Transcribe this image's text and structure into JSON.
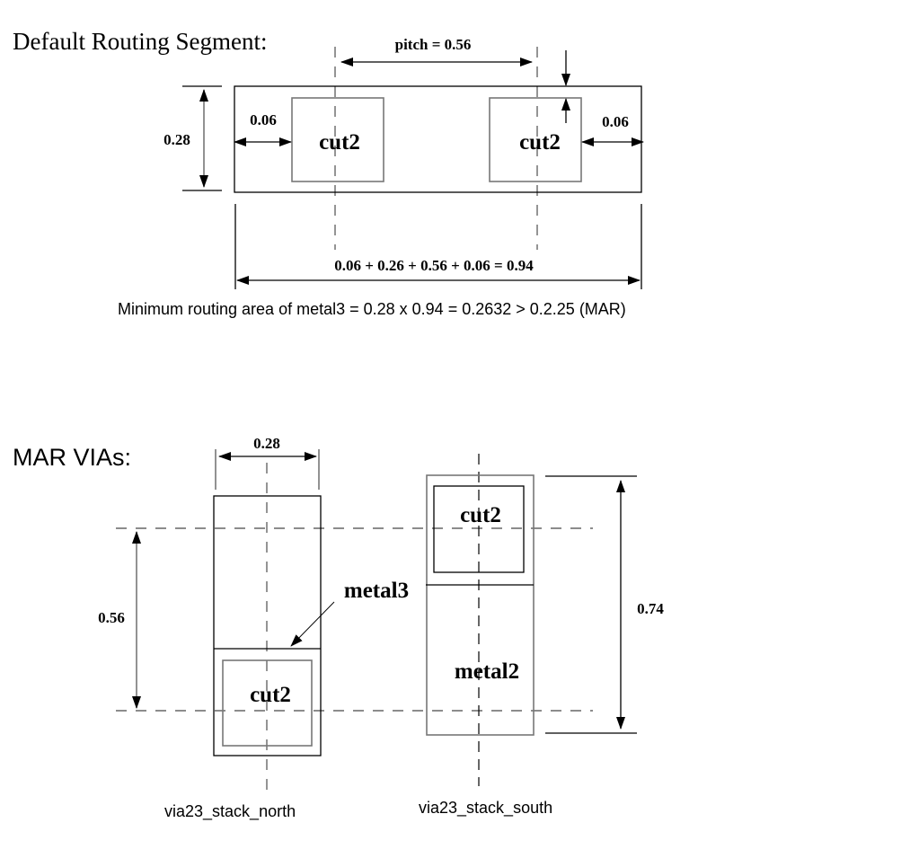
{
  "sections": {
    "default_routing_segment": {
      "title": "Default Routing Segment:",
      "pitch_label": "pitch = 0.56",
      "height_label": "0.28",
      "left_enclosure_label": "0.06",
      "right_enclosure_label": "0.06",
      "cut_left_label": "cut2",
      "cut_right_label": "cut2",
      "total_width_label": "0.06 + 0.26 + 0.56 + 0.06 = 0.94",
      "area_note": "Minimum routing area of metal3 = 0.28 x 0.94 = 0.2632 > 0.2.25 (MAR)"
    },
    "mar_vias": {
      "title": "MAR VIAs:",
      "width_label": "0.28",
      "spacing_label": "0.56",
      "height_label": "0.74",
      "metal3_label": "metal3",
      "metal2_label": "metal2",
      "north_cut_label": "cut2",
      "south_cut_label": "cut2",
      "north_caption": "via23_stack_north",
      "south_caption": "via23_stack_south"
    }
  }
}
